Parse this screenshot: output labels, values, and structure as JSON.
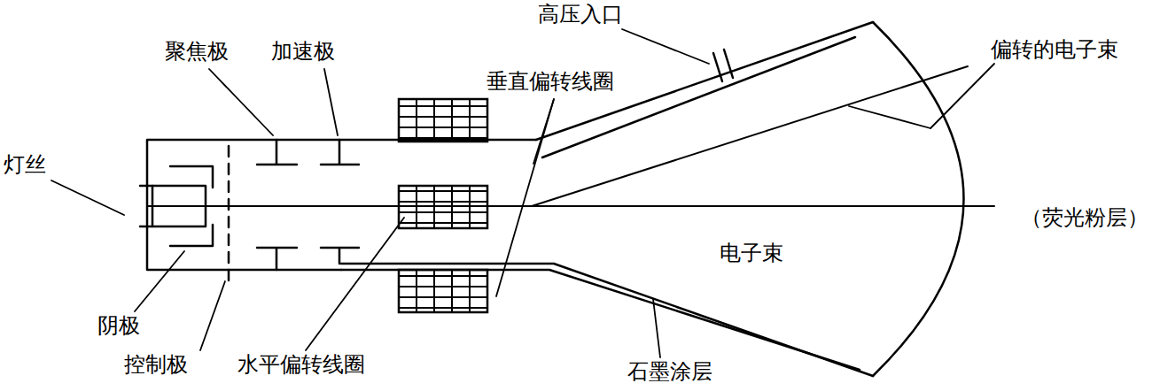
{
  "diagram": {
    "labels": [
      "高压入口",
      "聚焦极",
      "加速极",
      "垂直偏转线圈",
      "偏转的电子束",
      "灯丝",
      "（荧光粉层）",
      "电子束",
      "阴极",
      "控制极",
      "水平偏转线圈",
      "石墨涂层"
    ]
  }
}
